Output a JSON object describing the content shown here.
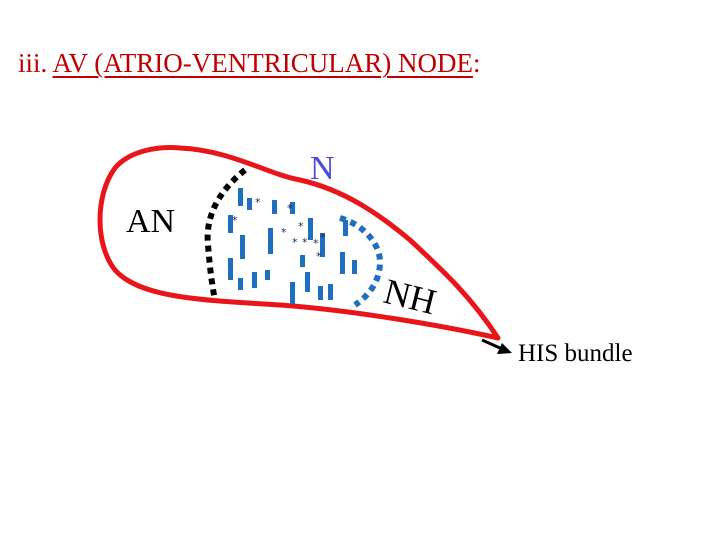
{
  "title": {
    "number": "iii.",
    "topic": "AV (ATRIO-VENTRICULAR) NODE",
    "suffix": ":"
  },
  "labels": {
    "n": "N",
    "an": "AN",
    "nh": "NH",
    "his": "HIS bundle"
  },
  "colors": {
    "title": "#c00000",
    "outline": "#e8151b",
    "cells": "#1f6fc0",
    "boundary_an": "#000000",
    "boundary_nh": "#1f6fc0",
    "label_n": "#4a4adf",
    "arrow": "#000000"
  }
}
